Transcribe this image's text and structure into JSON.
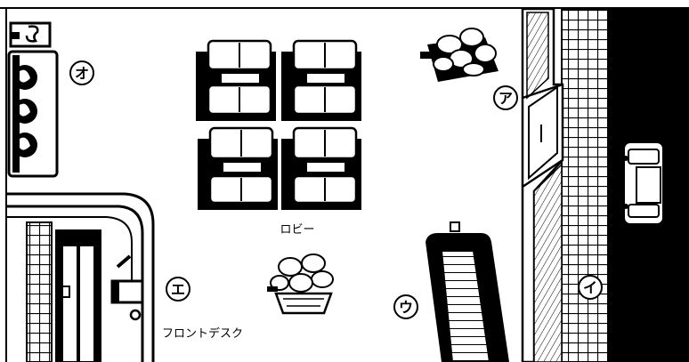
{
  "labels": {
    "lobby": "ロビー",
    "front_desk": "フロントデスク"
  },
  "markers": {
    "a": "ア",
    "i": "イ",
    "u": "ウ",
    "e": "エ",
    "o": "オ"
  },
  "colors": {
    "ink": "#000000",
    "paper": "#ffffff"
  },
  "icons": {
    "telephone": "telephone-icon",
    "plant": "potted-plant-icon",
    "car": "car-icon"
  }
}
